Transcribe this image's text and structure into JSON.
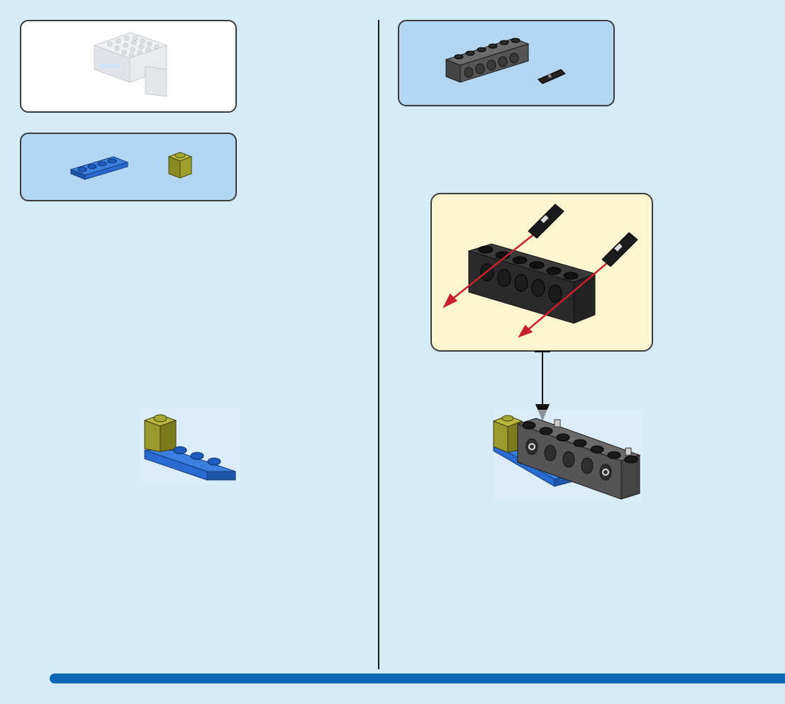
{
  "page": {
    "theme": {
      "background": "#d6ebf8",
      "parts_panel": "#b3d7f3",
      "callout": "#fdf5d0",
      "bar": "#0a66b6",
      "arrow_red": "#c8202c"
    }
  },
  "left_column": {
    "reference_panel": {
      "icon": "completed-model-icon"
    },
    "parts_panel": {
      "parts": [
        {
          "name": "blue-plate-1x4",
          "color": "#2a6bd1"
        },
        {
          "name": "olive-brick-1x1",
          "color": "#9a9a2e"
        }
      ]
    },
    "assembly": {
      "icon": "assembly-step-icon"
    }
  },
  "right_column": {
    "parts_panel": {
      "parts": [
        {
          "name": "dark-gray-technic-beam",
          "color": "#6a6a6a"
        },
        {
          "name": "black-technic-pin",
          "color": "#1a1a1a"
        }
      ]
    },
    "callout": {
      "icon": "pin-insertion-icon"
    },
    "assembly": {
      "icon": "assembly-step-icon"
    }
  }
}
